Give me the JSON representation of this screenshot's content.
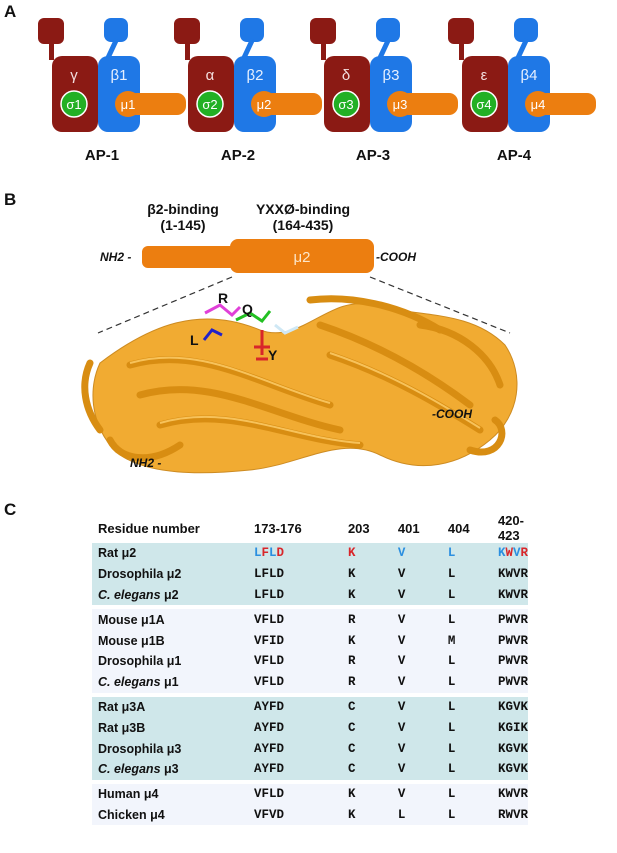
{
  "panels": {
    "a": "A",
    "b": "B",
    "c": "C"
  },
  "panel_a": {
    "complexes": [
      {
        "name": "AP-1",
        "large": "γ",
        "beta": "β1",
        "small": "σ1",
        "medium": "μ1"
      },
      {
        "name": "AP-2",
        "large": "α",
        "beta": "β2",
        "small": "σ2",
        "medium": "μ2"
      },
      {
        "name": "AP-3",
        "large": "δ",
        "beta": "β3",
        "small": "σ3",
        "medium": "μ3"
      },
      {
        "name": "AP-4",
        "large": "ε",
        "beta": "β4",
        "small": "σ4",
        "medium": "μ4"
      }
    ],
    "colors": {
      "large": "#8b1a14",
      "beta": "#1f78e6",
      "small": "#22b024",
      "medium": "#ec7e10"
    }
  },
  "panel_b": {
    "domain1_label": "β2-binding",
    "domain1_range": "(1-145)",
    "domain2_label": "YXXØ-binding",
    "domain2_range": "(164-435)",
    "bar_label": "μ2",
    "nh2": "NH2 -",
    "cooh": "-COOH",
    "residues": {
      "r": "R",
      "q": "Q",
      "l": "L",
      "y": "Y"
    },
    "struct_cooh": "-COOH",
    "struct_nh2": "NH2 -"
  },
  "panel_c": {
    "headers": [
      "Residue number",
      "173-176",
      "203",
      "401",
      "404",
      "420-423"
    ],
    "groups": [
      {
        "rows": [
          {
            "name": "Rat μ2",
            "cols": [
              "LFLD",
              "K",
              "V",
              "L",
              "KWVR"
            ],
            "highlight": true
          },
          {
            "name": "Drosophila μ2",
            "cols": [
              "LFLD",
              "K",
              "V",
              "L",
              "KWVR"
            ]
          },
          {
            "name": "C. elegans μ2",
            "cols": [
              "LFLD",
              "K",
              "V",
              "L",
              "KWVR"
            ]
          }
        ]
      },
      {
        "rows": [
          {
            "name": "Mouse μ1A",
            "cols": [
              "VFLD",
              "R",
              "V",
              "L",
              "PWVR"
            ]
          },
          {
            "name": "Mouse μ1B",
            "cols": [
              "VFID",
              "K",
              "V",
              "M",
              "PWVR"
            ]
          },
          {
            "name": "Drosophila μ1",
            "cols": [
              "VFLD",
              "R",
              "V",
              "L",
              "PWVR"
            ]
          },
          {
            "name": "C. elegans μ1",
            "cols": [
              "VFLD",
              "R",
              "V",
              "L",
              "PWVR"
            ]
          }
        ]
      },
      {
        "rows": [
          {
            "name": "Rat μ3A",
            "cols": [
              "AYFD",
              "C",
              "V",
              "L",
              "KGVK"
            ]
          },
          {
            "name": "Rat μ3B",
            "cols": [
              "AYFD",
              "C",
              "V",
              "L",
              "KGIK"
            ]
          },
          {
            "name": "Drosophila μ3",
            "cols": [
              "AYFD",
              "C",
              "V",
              "L",
              "KGVK"
            ]
          },
          {
            "name": "C. elegans μ3",
            "cols": [
              "AYFD",
              "C",
              "V",
              "L",
              "KGVK"
            ]
          }
        ]
      },
      {
        "rows": [
          {
            "name": "Human μ4",
            "cols": [
              "VFLD",
              "K",
              "V",
              "L",
              "KWVR"
            ]
          },
          {
            "name": "Chicken μ4",
            "cols": [
              "VFVD",
              "K",
              "L",
              "L",
              "RWVR"
            ]
          }
        ]
      }
    ],
    "highlight_colors": {
      "blue": "#2b8fe0",
      "red": "#d8262a"
    }
  }
}
